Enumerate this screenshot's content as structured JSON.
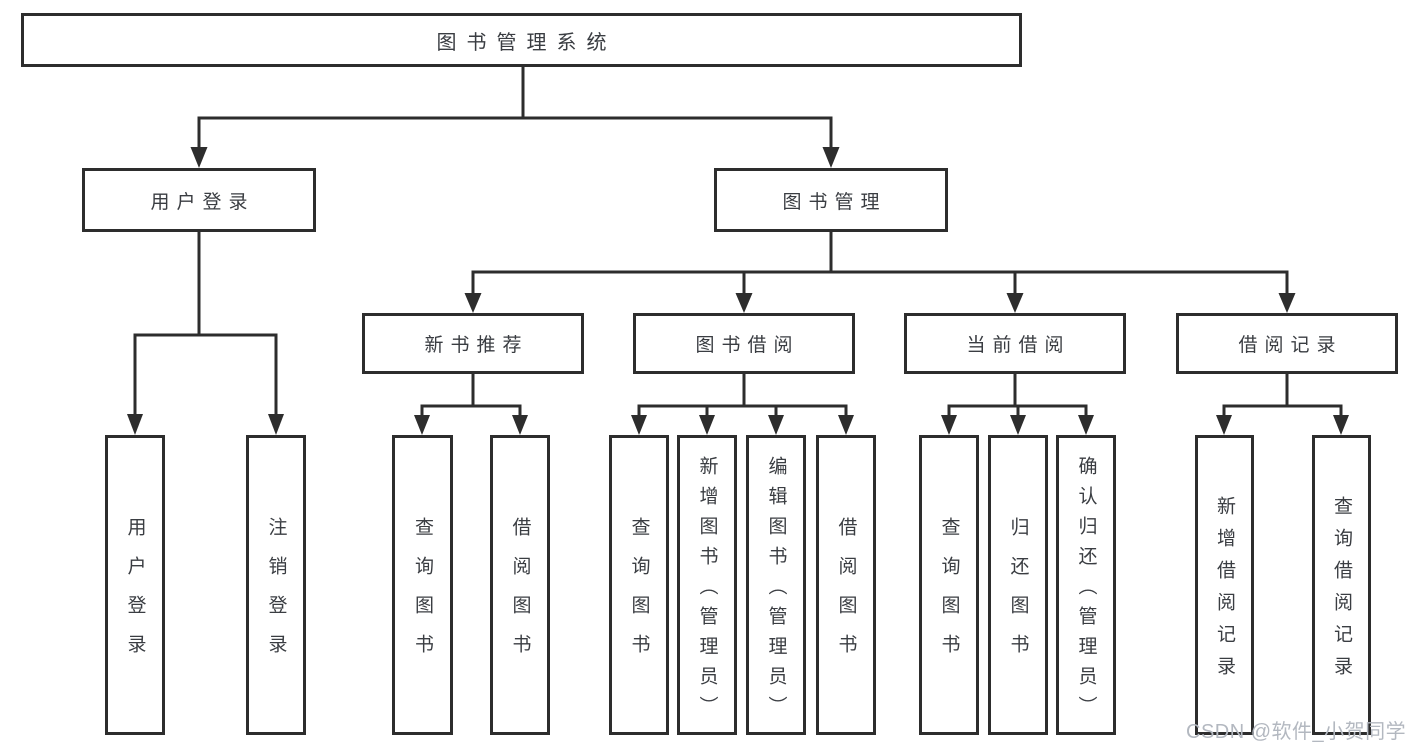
{
  "diagram": {
    "root": {
      "label": "图书管理系统"
    },
    "level2": [
      {
        "label": "用户登录"
      },
      {
        "label": "图书管理"
      }
    ],
    "level3": [
      {
        "label": "新书推荐"
      },
      {
        "label": "图书借阅"
      },
      {
        "label": "当前借阅"
      },
      {
        "label": "借阅记录"
      }
    ],
    "leaves": {
      "user_login": [
        {
          "label": "用户登录"
        },
        {
          "label": "注销登录"
        }
      ],
      "new_books": [
        {
          "label": "查询图书"
        },
        {
          "label": "借阅图书"
        }
      ],
      "book_borrow": [
        {
          "label": "查询图书"
        },
        {
          "label": "新增图书（管理员）"
        },
        {
          "label": "编辑图书（管理员）"
        },
        {
          "label": "借阅图书"
        }
      ],
      "current_borrow": [
        {
          "label": "查询图书"
        },
        {
          "label": "归还图书"
        },
        {
          "label": "确认归还（管理员）"
        }
      ],
      "borrow_records": [
        {
          "label": "新增借阅记录"
        },
        {
          "label": "查询借阅记录"
        }
      ]
    }
  },
  "watermark": {
    "text": "CSDN @软件_小贺同学",
    "color": "#b3b8c0"
  },
  "colors": {
    "line": "#2d2d2d",
    "box_border": "#2d2d2d",
    "box_fill": "#ffffff",
    "text": "#3a3d42",
    "background": "#ffffff"
  }
}
